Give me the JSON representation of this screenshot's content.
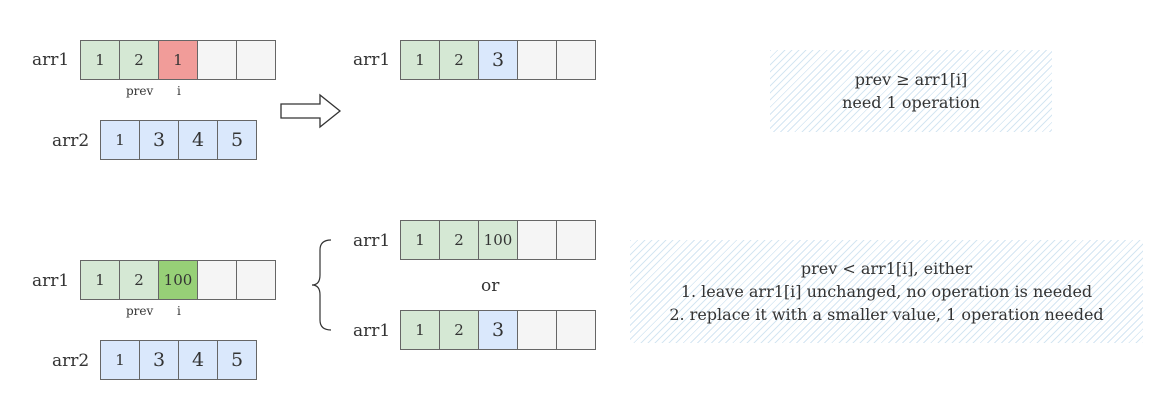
{
  "colors": {
    "empty": "#f5f5f5",
    "old": "#d5e8d4",
    "from_arr2": "#dae8fc",
    "conflict": "#f19c99",
    "kept": "#97d077",
    "border": "#666666",
    "text": "#333333"
  },
  "top": {
    "arr1": {
      "label": "arr1",
      "cells": [
        "1",
        "2",
        "1",
        "",
        ""
      ]
    },
    "pointer_prev": "prev",
    "pointer_i": "i",
    "arr2": {
      "label": "arr2",
      "cells": [
        "1",
        "3",
        "4",
        "5"
      ]
    },
    "result": {
      "label": "arr1",
      "cells": [
        "1",
        "2",
        "3",
        "",
        ""
      ]
    },
    "note": {
      "line1": "prev ≥ arr1[i]",
      "line2": "need 1 operation"
    }
  },
  "bottom": {
    "arr1": {
      "label": "arr1",
      "cells": [
        "1",
        "2",
        "100",
        "",
        ""
      ]
    },
    "pointer_prev": "prev",
    "pointer_i": "i",
    "arr2": {
      "label": "arr2",
      "cells": [
        "1",
        "3",
        "4",
        "5"
      ]
    },
    "option_a": {
      "label": "arr1",
      "cells": [
        "1",
        "2",
        "100",
        "",
        ""
      ]
    },
    "or_label": "or",
    "option_b": {
      "label": "arr1",
      "cells": [
        "1",
        "2",
        "3",
        "",
        ""
      ]
    },
    "note": {
      "line1": "prev < arr1[i], either",
      "line2": "1. leave arr1[i] unchanged, no operation is needed",
      "line3": "2. replace it with a smaller value, 1 operation needed"
    }
  }
}
